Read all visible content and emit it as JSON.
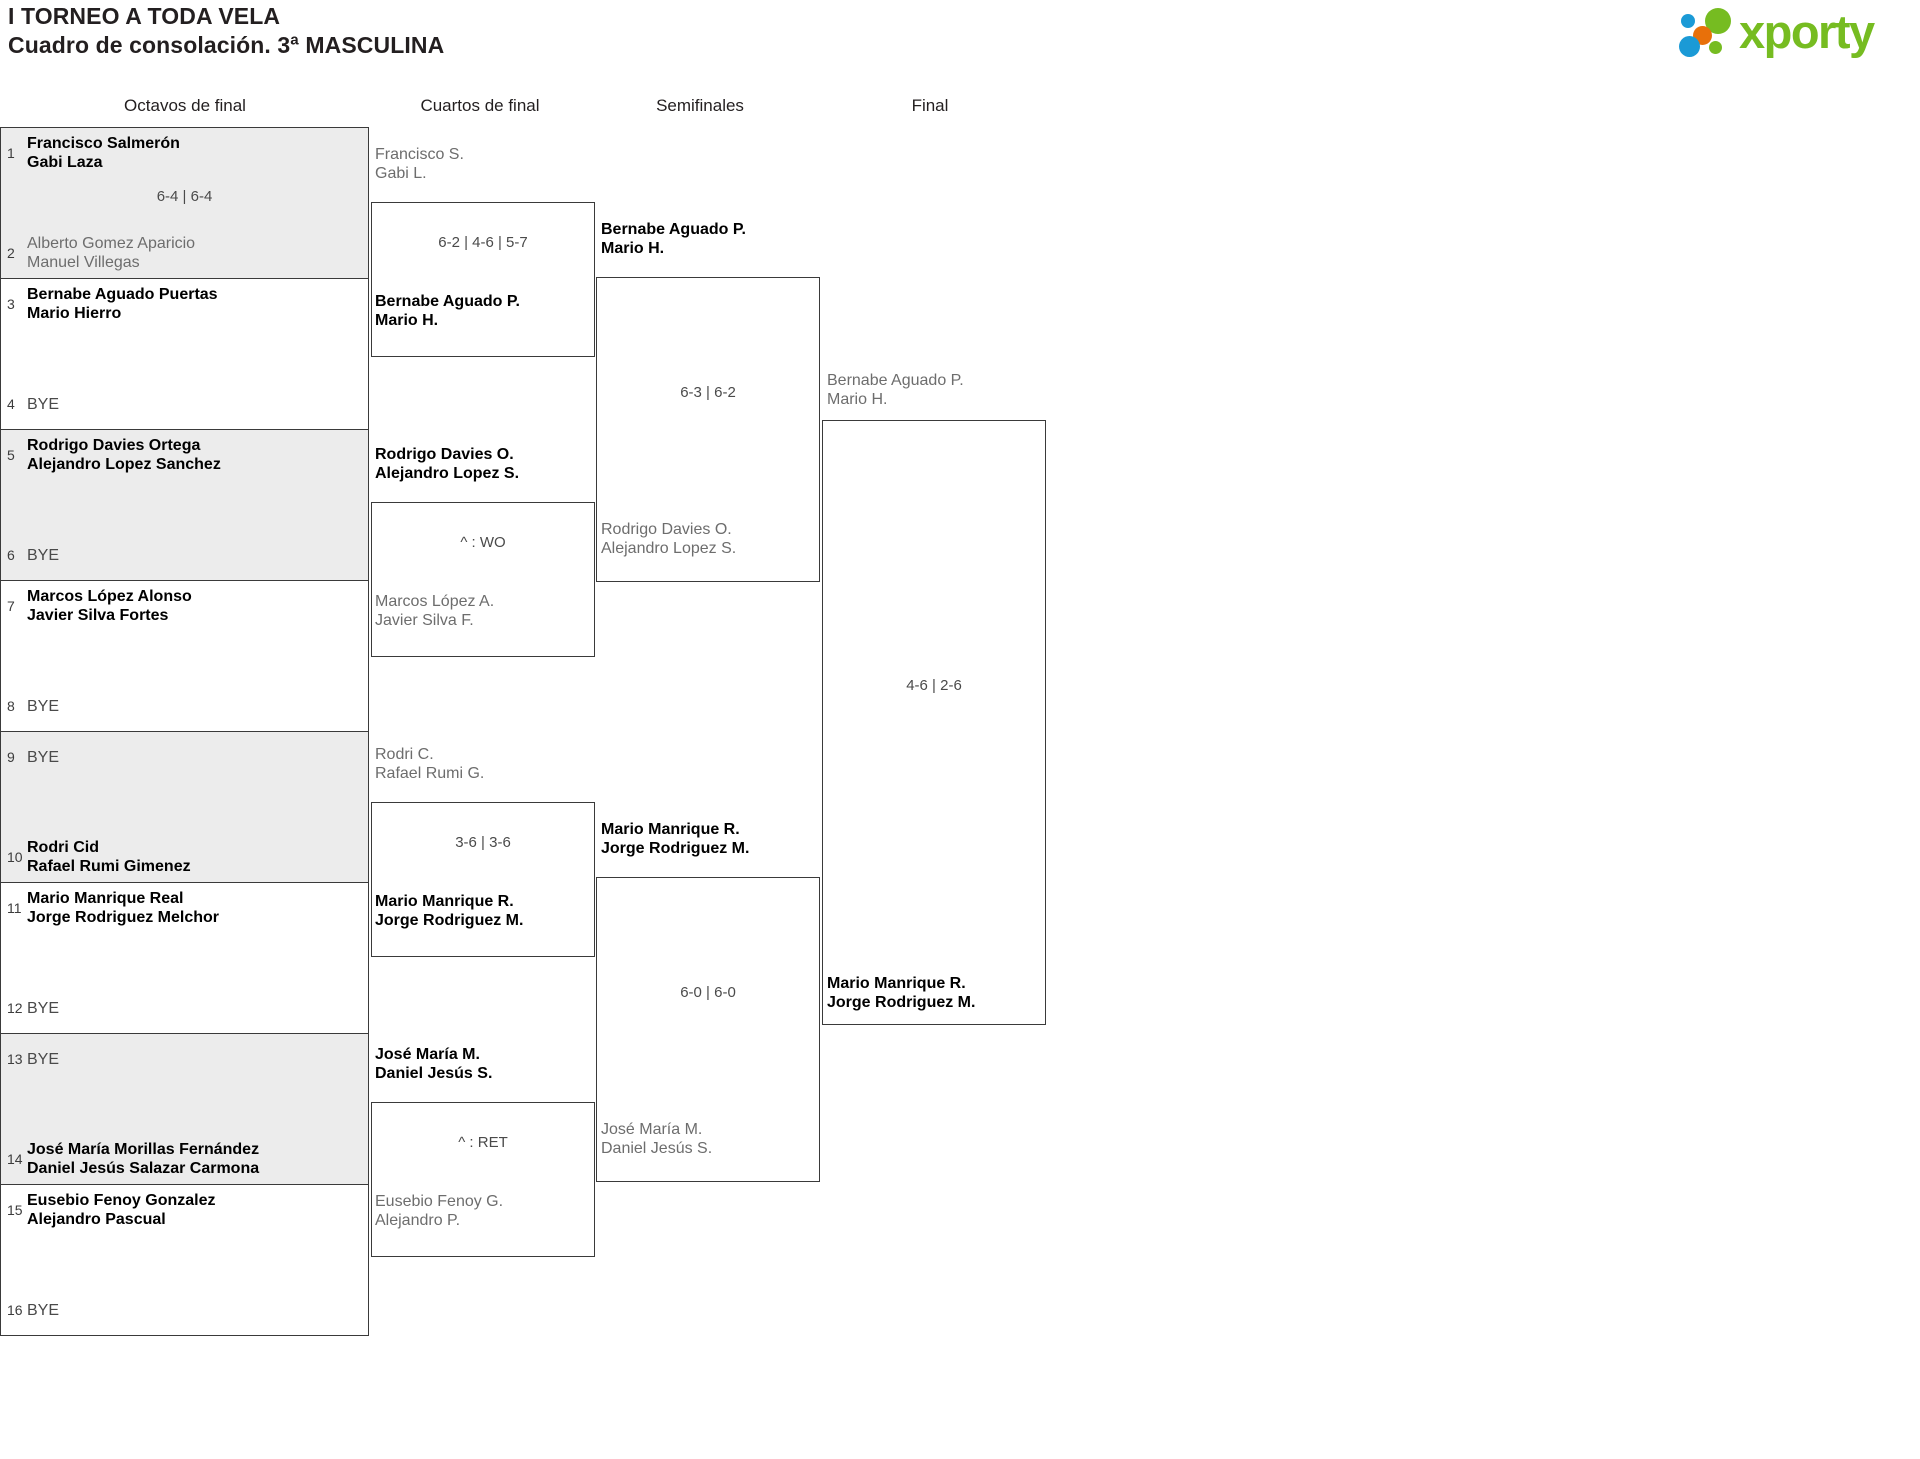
{
  "header": {
    "title_line1": "I TORNEO A TODA VELA",
    "title_line2": "Cuadro de consolación. 3ª MASCULINA",
    "logo_word": "xporty",
    "logo_colors": {
      "green": "#76bc21",
      "blue": "#1b9ad6",
      "orange": "#e8700a"
    }
  },
  "rounds": [
    {
      "label": "Octavos de final"
    },
    {
      "label": "Cuartos de final"
    },
    {
      "label": "Semifinales"
    },
    {
      "label": "Final"
    }
  ],
  "round1": {
    "slots": [
      {
        "seed": "1",
        "line1": "Francisco Salmerón",
        "line2": "Gabi Laza",
        "state": "winner"
      },
      {
        "seed": "2",
        "line1": "Alberto Gomez Aparicio",
        "line2": "Manuel Villegas",
        "state": "loser"
      },
      {
        "seed": "3",
        "line1": "Bernabe Aguado Puertas",
        "line2": "Mario Hierro",
        "state": "winner"
      },
      {
        "seed": "4",
        "line1": "BYE",
        "line2": "",
        "state": "bye"
      },
      {
        "seed": "5",
        "line1": "Rodrigo Davies Ortega",
        "line2": "Alejandro Lopez Sanchez",
        "state": "winner"
      },
      {
        "seed": "6",
        "line1": "BYE",
        "line2": "",
        "state": "bye"
      },
      {
        "seed": "7",
        "line1": "Marcos López Alonso",
        "line2": "Javier Silva Fortes",
        "state": "winner"
      },
      {
        "seed": "8",
        "line1": "BYE",
        "line2": "",
        "state": "bye"
      },
      {
        "seed": "9",
        "line1": "BYE",
        "line2": "",
        "state": "bye"
      },
      {
        "seed": "10",
        "line1": "Rodri Cid",
        "line2": "Rafael Rumi Gimenez",
        "state": "winner"
      },
      {
        "seed": "11",
        "line1": "Mario Manrique Real",
        "line2": "Jorge Rodriguez Melchor",
        "state": "winner"
      },
      {
        "seed": "12",
        "line1": "BYE",
        "line2": "",
        "state": "bye"
      },
      {
        "seed": "13",
        "line1": "BYE",
        "line2": "",
        "state": "bye"
      },
      {
        "seed": "14",
        "line1": "José María Morillas Fernández",
        "line2": "Daniel Jesús Salazar Carmona",
        "state": "winner"
      },
      {
        "seed": "15",
        "line1": "Eusebio Fenoy Gonzalez",
        "line2": "Alejandro Pascual",
        "state": "winner"
      },
      {
        "seed": "16",
        "line1": "BYE",
        "line2": "",
        "state": "bye"
      }
    ],
    "match_scores": [
      {
        "score": "6-4 | 6-4"
      },
      {
        "score": ""
      },
      {
        "score": ""
      },
      {
        "score": ""
      },
      {
        "score": ""
      },
      {
        "score": ""
      },
      {
        "score": ""
      },
      {
        "score": ""
      }
    ]
  },
  "round2": {
    "matches": [
      {
        "top": {
          "line1": "Francisco S.",
          "line2": "Gabi L.",
          "state": "loser"
        },
        "bottom": {
          "line1": "Bernabe Aguado P.",
          "line2": "Mario H.",
          "state": "winner"
        },
        "score": "6-2 | 4-6 | 5-7"
      },
      {
        "top": {
          "line1": "Rodrigo Davies O.",
          "line2": "Alejandro Lopez S.",
          "state": "winner"
        },
        "bottom": {
          "line1": "Marcos López A.",
          "line2": "Javier Silva F.",
          "state": "loser"
        },
        "score": "^ : WO"
      },
      {
        "top": {
          "line1": "Rodri C.",
          "line2": "Rafael Rumi G.",
          "state": "loser"
        },
        "bottom": {
          "line1": "Mario Manrique R.",
          "line2": "Jorge Rodriguez M.",
          "state": "winner"
        },
        "score": "3-6 | 3-6"
      },
      {
        "top": {
          "line1": "José María M.",
          "line2": "Daniel Jesús S.",
          "state": "winner"
        },
        "bottom": {
          "line1": "Eusebio Fenoy G.",
          "line2": "Alejandro P.",
          "state": "loser"
        },
        "score": "^ : RET"
      }
    ]
  },
  "round3": {
    "matches": [
      {
        "top": {
          "line1": "Bernabe Aguado P.",
          "line2": "Mario H.",
          "state": "winner"
        },
        "bottom": {
          "line1": "Rodrigo Davies O.",
          "line2": "Alejandro Lopez S.",
          "state": "loser"
        },
        "score": "6-3 | 6-2"
      },
      {
        "top": {
          "line1": "Mario Manrique R.",
          "line2": "Jorge Rodriguez M.",
          "state": "winner"
        },
        "bottom": {
          "line1": "José María M.",
          "line2": "Daniel Jesús S.",
          "state": "loser"
        },
        "score": "6-0 | 6-0"
      }
    ]
  },
  "round4": {
    "matches": [
      {
        "top": {
          "line1": "Bernabe Aguado P.",
          "line2": "Mario H.",
          "state": "loser"
        },
        "bottom": {
          "line1": "Mario Manrique R.",
          "line2": "Jorge Rodriguez M.",
          "state": "winner"
        },
        "score": "4-6 | 2-6"
      }
    ]
  }
}
